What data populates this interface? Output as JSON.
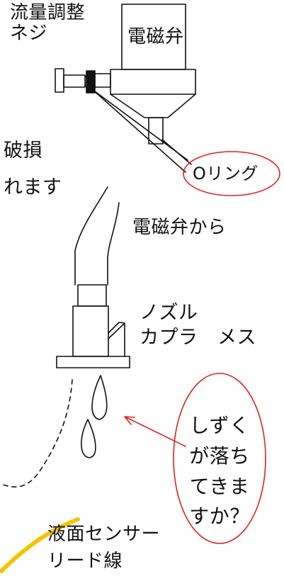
{
  "labels": {
    "flow_screw": [
      "流量調整",
      "ネジ"
    ],
    "solenoid_valve": "電磁弁",
    "cut_text": [
      "破損",
      "れます"
    ],
    "oring": "Oリング",
    "from_valve": "電磁弁から",
    "nozzle_coupler": [
      "ノズル",
      "カプラ　メス"
    ],
    "drip_question": [
      "しずく",
      "が落ち",
      "てきま",
      "すか？"
    ],
    "sensor_lead": [
      "液面センサー",
      "リード線"
    ]
  },
  "colors": {
    "ink": "#111111",
    "callout_red": "#dd2222",
    "sensor_yellow": "#f5c400"
  }
}
